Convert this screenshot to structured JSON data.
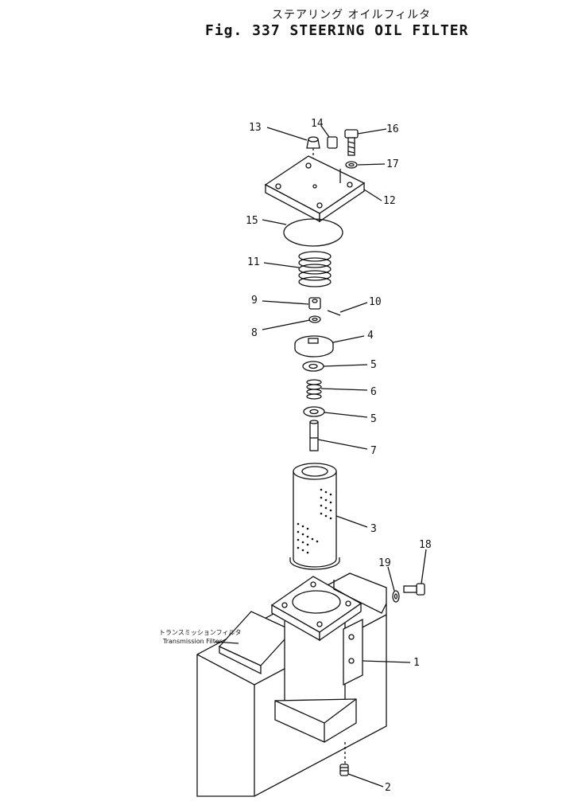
{
  "header": {
    "title_jp": "ステアリング オイルフィルタ",
    "title_en": "Fig. 337  STEERING  OIL  FILTER"
  },
  "callouts": {
    "c1": "1",
    "c2": "2",
    "c3": "3",
    "c4": "4",
    "c5a": "5",
    "c5b": "5",
    "c6": "6",
    "c7": "7",
    "c8": "8",
    "c9": "9",
    "c10": "10",
    "c11": "11",
    "c12": "12",
    "c13": "13",
    "c14": "14",
    "c15": "15",
    "c16": "16",
    "c17": "17",
    "c18": "18",
    "c19": "19"
  },
  "annotation": {
    "jp": "トランスミッションフィルタ",
    "en": "Transmission Filter"
  }
}
